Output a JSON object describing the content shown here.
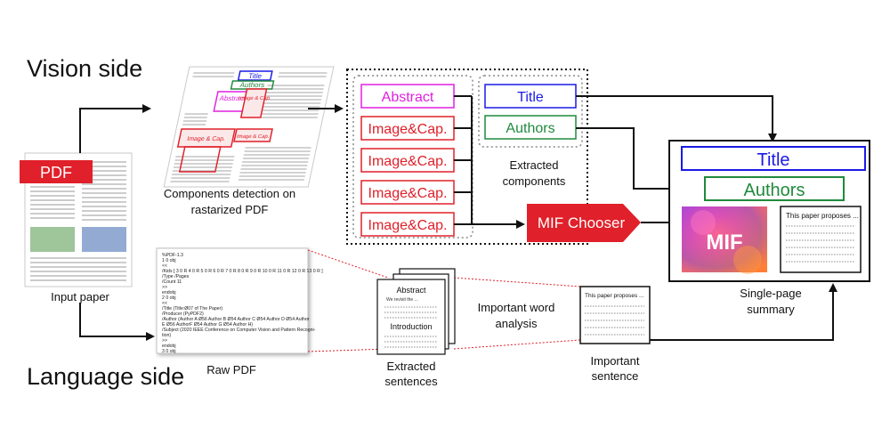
{
  "side_labels": {
    "vision": "Vision side",
    "language": "Language side"
  },
  "input": {
    "badge": "PDF",
    "caption": "Input paper"
  },
  "detection": {
    "caption_line1": "Components detection on",
    "caption_line2": "rastarized PDF",
    "boxes": {
      "title": "Title",
      "authors": "Authors",
      "abstract": "Abstract",
      "image_cap": "Image & Cap."
    }
  },
  "components": {
    "left": [
      "Abstract",
      "Image&Cap.",
      "Image&Cap.",
      "Image&Cap.",
      "Image&Cap."
    ],
    "right": [
      "Title",
      "Authors"
    ],
    "caption_line1": "Extracted",
    "caption_line2": "components"
  },
  "chooser": {
    "label": "MIF Chooser"
  },
  "summary": {
    "title": "Title",
    "authors": "Authors",
    "mif": "MIF",
    "text_head": "This paper proposes ...",
    "caption_line1": "Single-page",
    "caption_line2": "summary"
  },
  "raw_pdf": {
    "lines": [
      "%PDF-1.3",
      "1 0 obj",
      "<<",
      "/Kids [ 3 0 R 4 0 R 5 0 R 6 0 R 7 0 R 8 0 R 9 0 R 10 0 R 11 0 R 12 0 R 13 0 R ]",
      "/Type /Pages",
      "/Count 11",
      ">>",
      "endobj",
      "2 0 obj",
      "<<",
      "/Title (Title:Ø07 of The Paper)",
      "/Producer (PyPDF2)",
      "/Author (Author A Ø56 Author B Ø54 Author C Ø54 Author D Ø54 Author",
      "E Ø56 AuthorF Ø54 Author G Ø54 Author H)",
      "/Subject (2020 IEEE Conference on Computer Vision and Pattern Recogni-",
      "tion)",
      ">>",
      "endobj",
      "3 0 obj"
    ],
    "caption": "Raw PDF"
  },
  "sentences": {
    "abstract": "Abstract",
    "abstract_sub": "We revisit the ...",
    "introduction": "Introduction",
    "caption_line1": "Extracted",
    "caption_line2": "sentences"
  },
  "word_analysis": {
    "line1": "Important word",
    "line2": "analysis"
  },
  "important": {
    "text_head": "This paper proposes ...",
    "caption_line1": "Important",
    "caption_line2": "sentence"
  },
  "colors": {
    "red": "#e0202a",
    "blue": "#1a1ae6",
    "green": "#1f8a3c",
    "magenta": "#e020e0"
  }
}
